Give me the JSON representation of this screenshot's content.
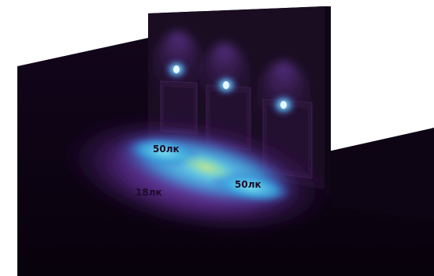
{
  "labels": {
    "upper": "50лк",
    "right": "50лк",
    "left": "18лк"
  },
  "colors": {
    "background": "#ffffff",
    "dark": "#0b0310",
    "wall": "#1a0d22",
    "floor_glow": "#5b2b8c",
    "cyan_glow": "#4fc7e8",
    "green_core": "#b8e08a",
    "label_text": "#1b0b2c"
  },
  "icons": {
    "fixtures": [
      "wall-light-icon",
      "wall-light-icon",
      "wall-light-icon"
    ]
  }
}
